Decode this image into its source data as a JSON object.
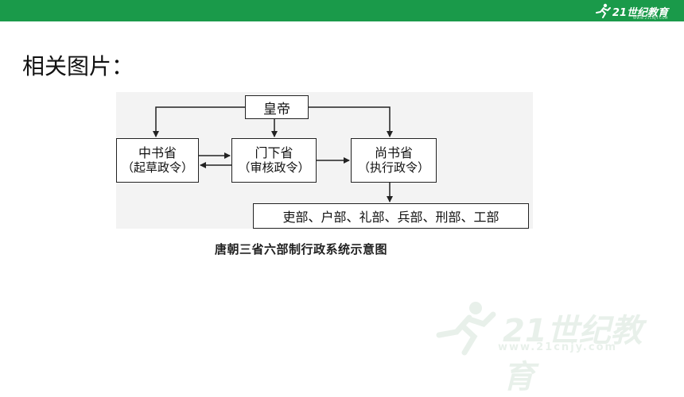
{
  "header": {
    "brand_text": "21世纪教育",
    "brand_sub": "WWW.21CNJY.COM",
    "brand_color": "#1a9a4a",
    "logo_icon": "runner-icon"
  },
  "slide": {
    "heading": "相关图片："
  },
  "diagram": {
    "nodes": {
      "emperor": "皇帝",
      "zhongshu_name": "中书省",
      "zhongshu_role": "（起草政令）",
      "menxia_name": "门下省",
      "menxia_role": "（审核政令）",
      "shangshu_name": "尚书省",
      "shangshu_role": "（执行政令）",
      "six_ministries": "吏部、户部、礼部、兵部、刑部、工部"
    },
    "caption": "唐朝三省六部制行政系统示意图"
  },
  "watermark": {
    "text": "21世纪教育",
    "url": "www.21cnjy.com"
  }
}
